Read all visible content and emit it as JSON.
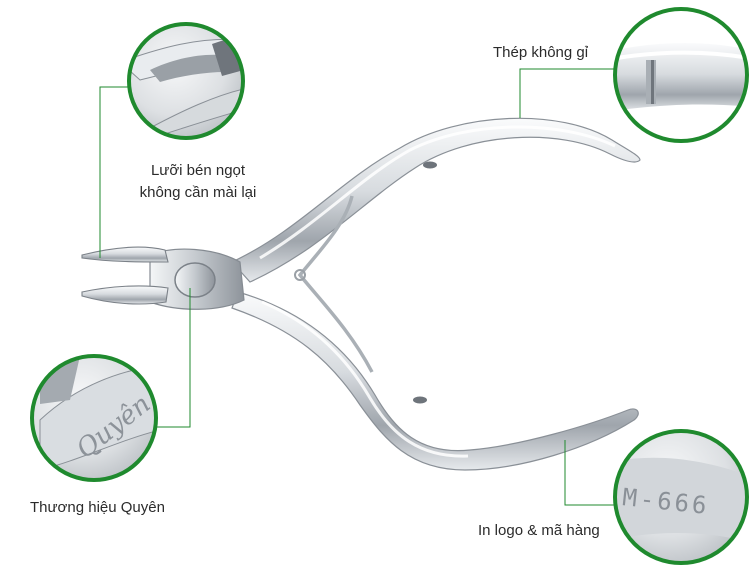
{
  "callouts": {
    "blade": {
      "line1": "Lưỡi bén ngọt",
      "line2": "không cần mài lại"
    },
    "steel": {
      "text": "Thép không gỉ"
    },
    "brand": {
      "text": "Thương hiệu Quyên"
    },
    "logo": {
      "text": "In logo & mã hàng"
    }
  },
  "engraving": {
    "brand_mark": "Quyên",
    "model_code": "M-666"
  },
  "colors": {
    "accent_green": "#1f8a2e",
    "steel_light": "#eef0f2",
    "steel_mid": "#b9bec4",
    "steel_dark": "#7b8188",
    "text": "#2b2b2b"
  }
}
